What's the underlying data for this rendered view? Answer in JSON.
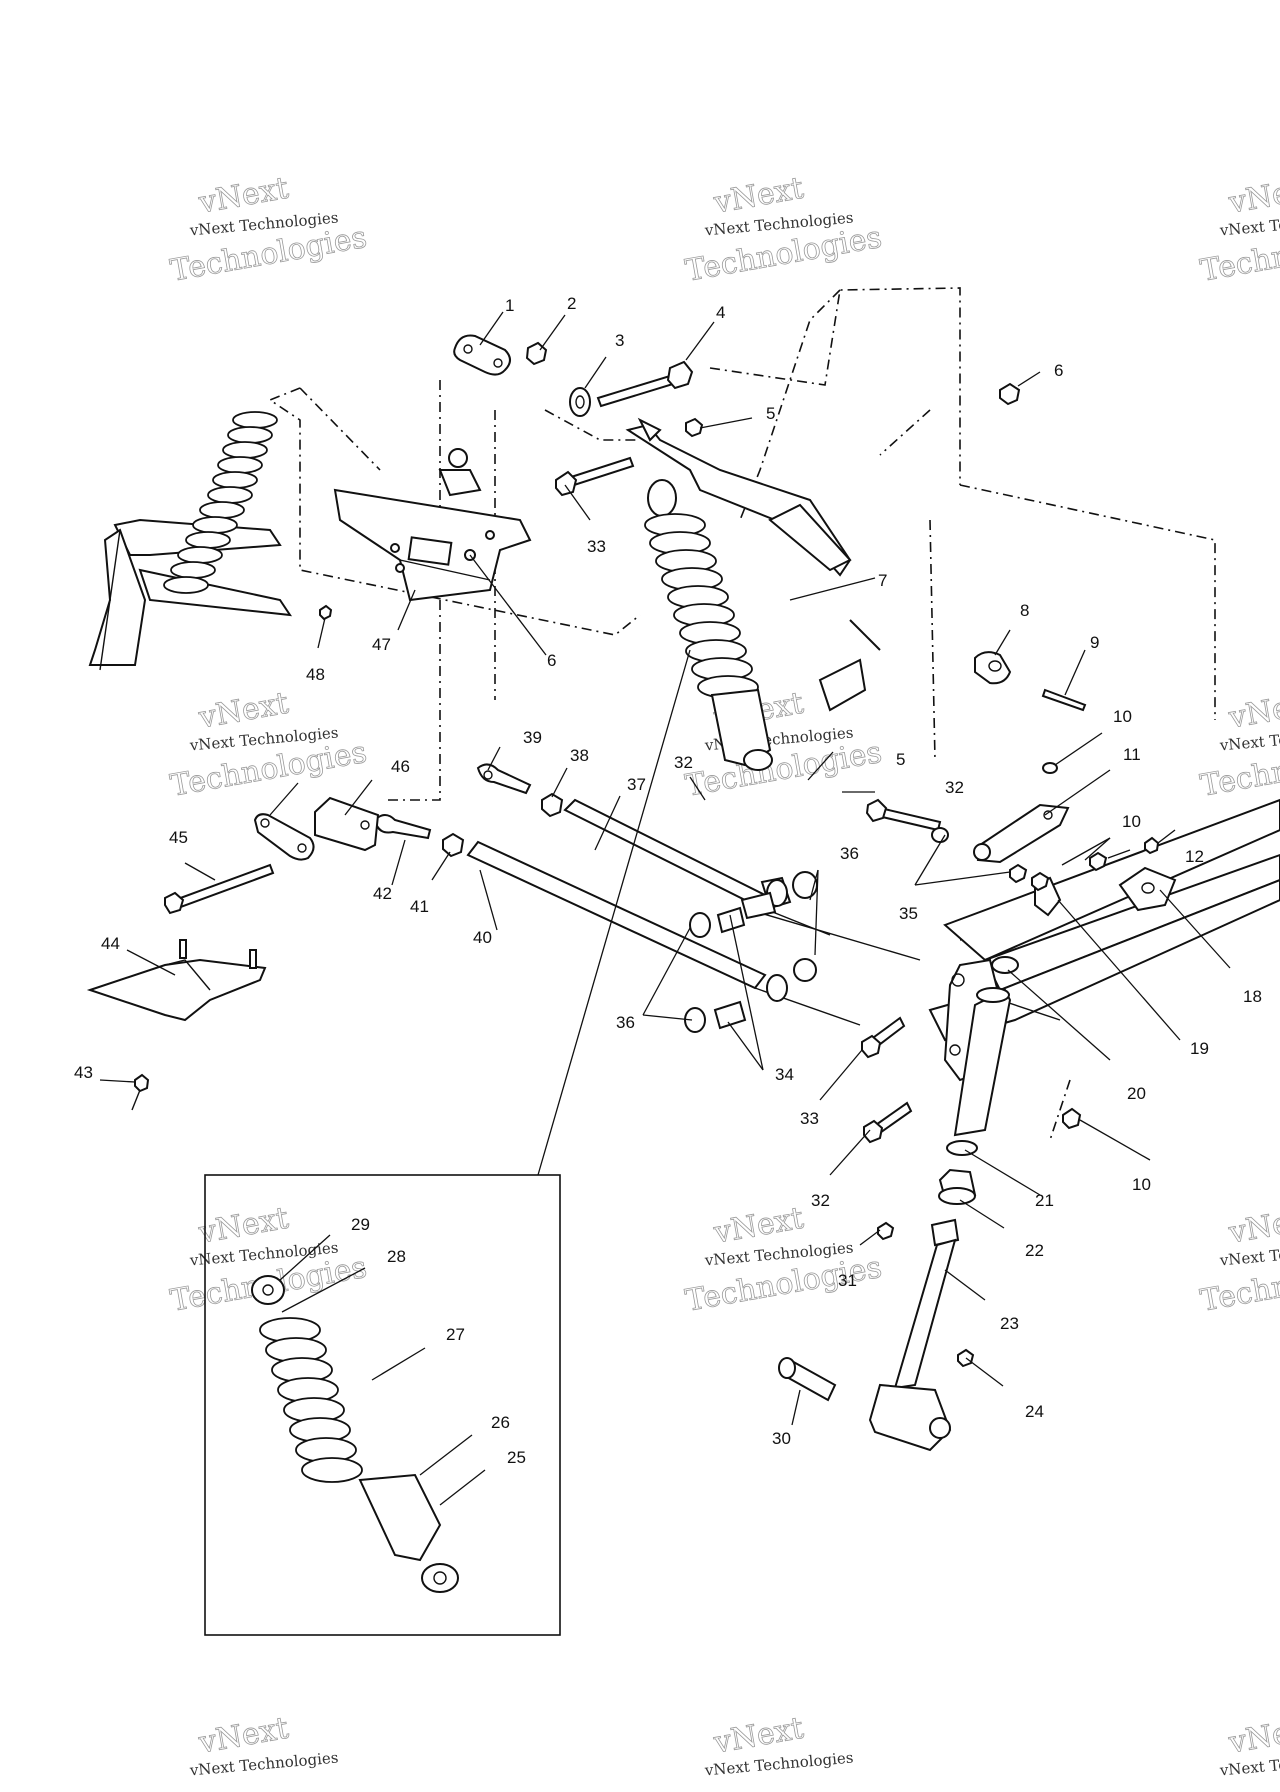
{
  "watermark": {
    "line1": "vNext",
    "line2": "vNext Technologies",
    "line3": "Technologies"
  },
  "callouts": [
    {
      "id": "c1",
      "label": "1"
    },
    {
      "id": "c2",
      "label": "2"
    },
    {
      "id": "c3",
      "label": "3"
    },
    {
      "id": "c4",
      "label": "4"
    },
    {
      "id": "c5a",
      "label": "5"
    },
    {
      "id": "c6a",
      "label": "6"
    },
    {
      "id": "c33a",
      "label": "33"
    },
    {
      "id": "c7",
      "label": "7"
    },
    {
      "id": "c47",
      "label": "47"
    },
    {
      "id": "c48",
      "label": "48"
    },
    {
      "id": "c6b",
      "label": "6"
    },
    {
      "id": "c8",
      "label": "8"
    },
    {
      "id": "c9",
      "label": "9"
    },
    {
      "id": "c10a",
      "label": "10"
    },
    {
      "id": "c11",
      "label": "11"
    },
    {
      "id": "c39",
      "label": "39"
    },
    {
      "id": "c38",
      "label": "38"
    },
    {
      "id": "c37",
      "label": "37"
    },
    {
      "id": "c32a",
      "label": "32"
    },
    {
      "id": "c5b",
      "label": "5"
    },
    {
      "id": "c46",
      "label": "46"
    },
    {
      "id": "c32b",
      "label": "32"
    },
    {
      "id": "c10b",
      "label": "10"
    },
    {
      "id": "c12",
      "label": "12"
    },
    {
      "id": "c45",
      "label": "45"
    },
    {
      "id": "c42",
      "label": "42"
    },
    {
      "id": "c41",
      "label": "41"
    },
    {
      "id": "c36a",
      "label": "36"
    },
    {
      "id": "c35",
      "label": "35"
    },
    {
      "id": "c40",
      "label": "40"
    },
    {
      "id": "c18",
      "label": "18"
    },
    {
      "id": "c44",
      "label": "44"
    },
    {
      "id": "c19",
      "label": "19"
    },
    {
      "id": "c36b",
      "label": "36"
    },
    {
      "id": "c34",
      "label": "34"
    },
    {
      "id": "c20",
      "label": "20"
    },
    {
      "id": "c43",
      "label": "43"
    },
    {
      "id": "c33b",
      "label": "33"
    },
    {
      "id": "c10c",
      "label": "10"
    },
    {
      "id": "c21",
      "label": "21"
    },
    {
      "id": "c32c",
      "label": "32"
    },
    {
      "id": "c22",
      "label": "22"
    },
    {
      "id": "c29",
      "label": "29"
    },
    {
      "id": "c28",
      "label": "28"
    },
    {
      "id": "c31",
      "label": "31"
    },
    {
      "id": "c23",
      "label": "23"
    },
    {
      "id": "c27",
      "label": "27"
    },
    {
      "id": "c24",
      "label": "24"
    },
    {
      "id": "c26",
      "label": "26"
    },
    {
      "id": "c30",
      "label": "30"
    },
    {
      "id": "c25",
      "label": "25"
    }
  ]
}
